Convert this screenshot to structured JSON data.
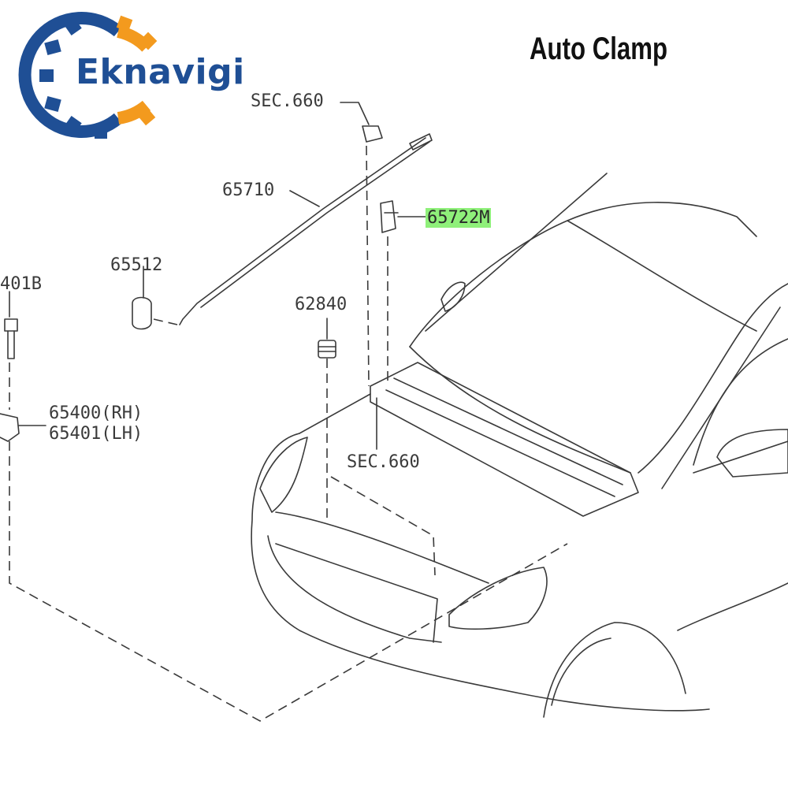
{
  "brand": {
    "name": "Eknavigi",
    "colors": {
      "gear_blue": "#1f4f95",
      "gear_orange": "#f39a1e",
      "highlight": "#8ff07a"
    }
  },
  "title": "Auto Clamp",
  "callouts": {
    "sec660_top": "SEC.660",
    "p65710": "65710",
    "p65722m": "65722M",
    "p65512": "65512",
    "p401b": "401B",
    "p62840": "62840",
    "p65400": "65400(RH)",
    "p65401": "65401(LH)",
    "sec660_bottom": "SEC.660"
  },
  "highlighted_part": "65722M"
}
